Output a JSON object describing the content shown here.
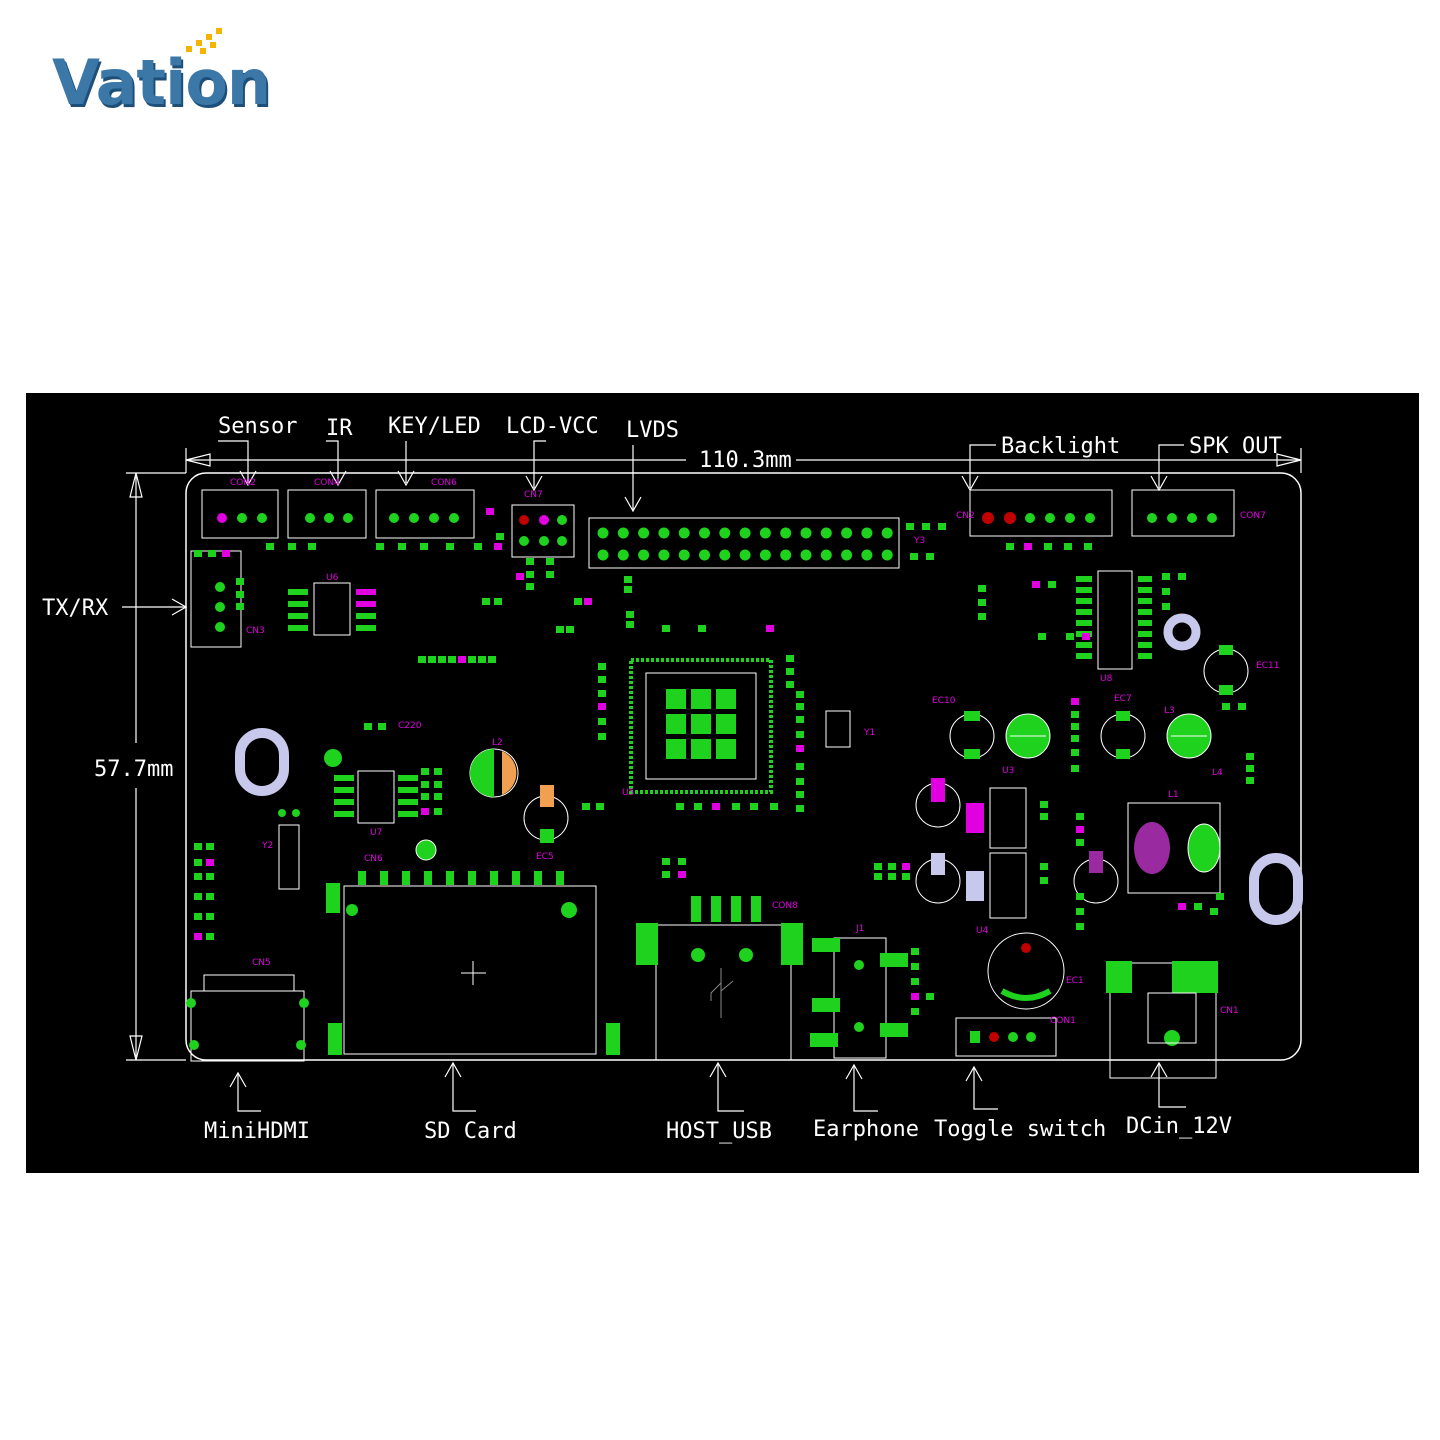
{
  "brand": {
    "name": "Vation"
  },
  "colors": {
    "board_bg": "#000000",
    "pad": "#1ed21e",
    "silk": "#e000e0",
    "outline": "#ffffff",
    "logo": "#3b78a8"
  },
  "dimensions": {
    "width": "110.3mm",
    "height": "57.7mm"
  },
  "labels": {
    "top": {
      "sensor": "Sensor",
      "ir": "IR",
      "key_led": "KEY/LED",
      "lcd_vcc": "LCD-VCC",
      "lvds": "LVDS",
      "backlight": "Backlight",
      "spk_out": "SPK OUT"
    },
    "left": {
      "tx_rx": "TX/RX"
    },
    "bottom": {
      "minihdmi": "MiniHDMI",
      "sd_card": "SD Card",
      "host_usb": "HOST_USB",
      "earphone": "Earphone",
      "toggle_switch": "Toggle switch",
      "dcin": "DCin_12V"
    }
  },
  "refs": {
    "con2": "CON2",
    "con4": "CON4",
    "con6": "CON6",
    "cn7": "CN7",
    "cn2": "CN2",
    "con7": "CON7",
    "cn3": "CN3",
    "u5": "U5",
    "u6": "U6",
    "u7": "U7",
    "u3": "U3",
    "u4": "U4",
    "u8": "U8",
    "l1": "L1",
    "l2": "L2",
    "l3": "L3",
    "l4": "L4",
    "ec5": "EC5",
    "ec7": "EC7",
    "ec10": "EC10",
    "y1": "Y1",
    "y2": "Y2",
    "y3": "Y3",
    "cn6": "CN6",
    "con8": "CON8",
    "j1": "J1",
    "cn1": "CN1",
    "cn5": "CN5",
    "con1": "CON1",
    "c220": "C220",
    "ec11": "EC11",
    "ec1": "EC1"
  }
}
